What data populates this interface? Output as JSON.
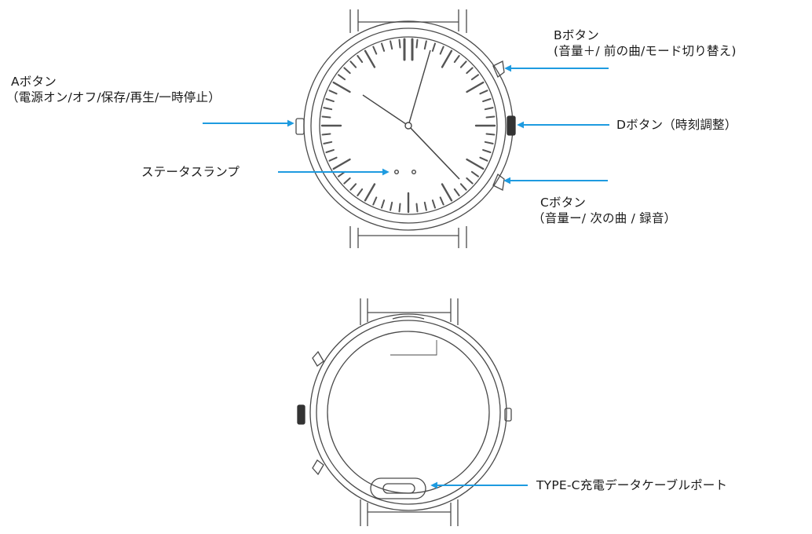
{
  "colors": {
    "arrow": "#1e9be0",
    "line": "#4a4a4a",
    "text": "#1a1a1a",
    "background": "#ffffff"
  },
  "labels": {
    "a_button": {
      "title": "Aボタン",
      "desc": "（電源オン/オフ/保存/再生/一時停止）"
    },
    "b_button": {
      "title": "Bボタン",
      "desc": "(音量＋/ 前の曲/モード切り替え)"
    },
    "d_button": {
      "title": "Dボタン（時刻調整）"
    },
    "status_lamp": {
      "title": "ステータスランプ"
    },
    "c_button": {
      "title": "Cボタン",
      "desc": "（音量ー/ 次の曲 / 録音）"
    },
    "type_c_port": {
      "title": "TYPE-C充電データケーブルポート"
    }
  }
}
